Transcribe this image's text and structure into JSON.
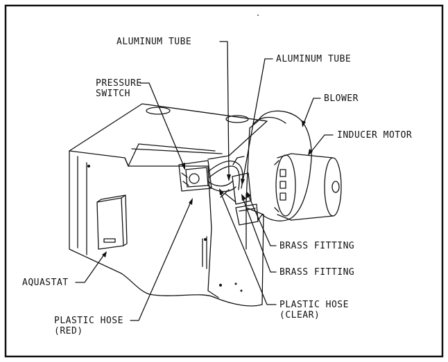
{
  "diagram": {
    "labels": {
      "aluminum_tube_1": "ALUMINUM TUBE",
      "aluminum_tube_2": "ALUMINUM TUBE",
      "pressure_switch_line1": "PRESSURE",
      "pressure_switch_line2": "SWITCH",
      "blower": "BLOWER",
      "inducer_motor": "INDUCER MOTOR",
      "brass_fitting_1": "BRASS FITTING",
      "brass_fitting_2": "BRASS FITTING",
      "aquastat": "AQUASTAT",
      "plastic_hose_clear_line1": "PLASTIC HOSE",
      "plastic_hose_clear_line2": "(CLEAR)",
      "plastic_hose_red_line1": "PLASTIC HOSE",
      "plastic_hose_red_line2": "(RED)"
    }
  }
}
